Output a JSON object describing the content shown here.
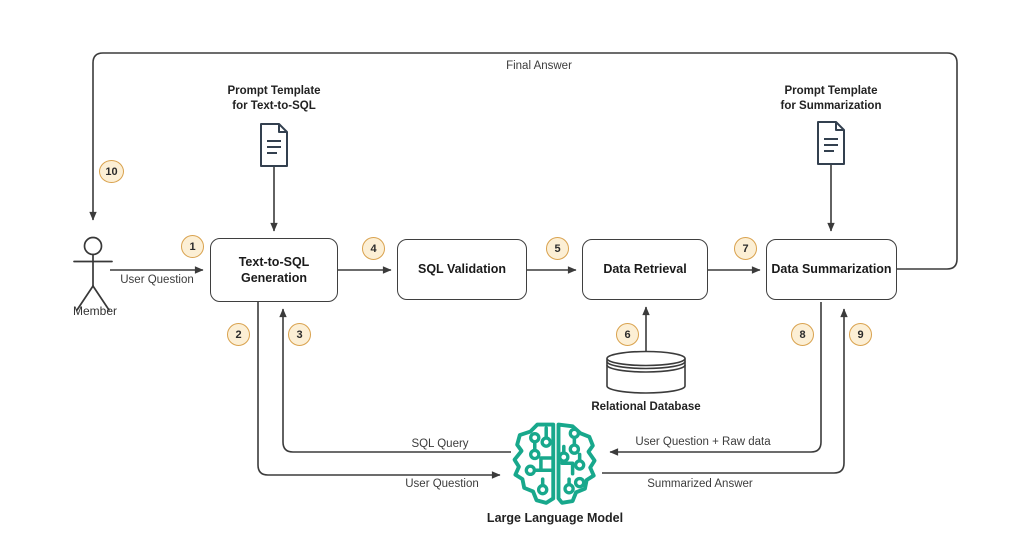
{
  "nodes": {
    "member": {
      "label": "Member"
    },
    "text_to_sql": {
      "line1": "Text-to-SQL",
      "line2": "Generation"
    },
    "sql_validation": {
      "label": "SQL Validation"
    },
    "data_retrieval": {
      "label": "Data Retrieval"
    },
    "data_summarization": {
      "label": "Data Summarization"
    },
    "prompt_template_sql": {
      "line1": "Prompt Template",
      "line2": "for Text-to-SQL"
    },
    "prompt_template_summarization": {
      "line1": "Prompt Template",
      "line2": "for Summarization"
    },
    "relational_database": {
      "label": "Relational Database"
    },
    "llm": {
      "label": "Large Language Model"
    }
  },
  "edges": {
    "final_answer": {
      "label": "Final Answer"
    },
    "user_question_member": {
      "label": "User Question"
    },
    "sql_query": {
      "label": "SQL Query"
    },
    "user_question_llm": {
      "label": "User Question"
    },
    "user_question_raw_data": {
      "label": "User Question + Raw data"
    },
    "summarized_answer": {
      "label": "Summarized Answer"
    }
  },
  "steps": {
    "s1": "1",
    "s2": "2",
    "s3": "3",
    "s4": "4",
    "s5": "5",
    "s6": "6",
    "s7": "7",
    "s8": "8",
    "s9": "9",
    "s10": "10"
  },
  "colors": {
    "line": "#3b3b3b",
    "box_border": "#3f3f3f",
    "badge_fill": "#fcefd5",
    "badge_border": "#d9a24e",
    "brain_green": "#18a88c",
    "document_stroke": "#33404f"
  }
}
